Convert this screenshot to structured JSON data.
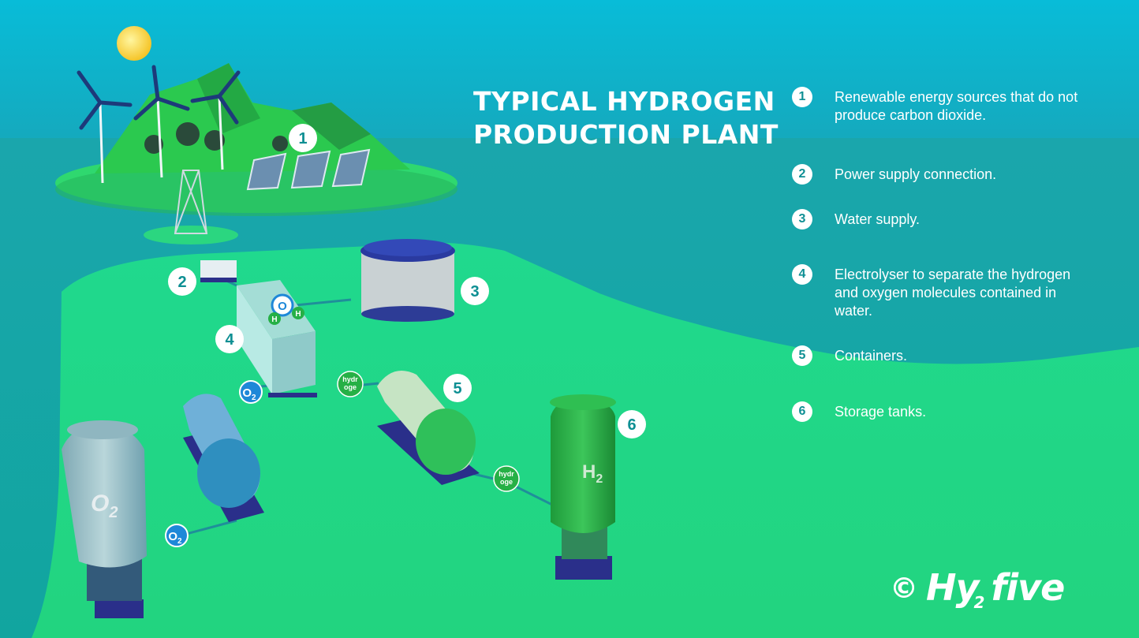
{
  "title": {
    "line1": "TYPICAL HYDROGEN",
    "line2": "PRODUCTION PLANT"
  },
  "legend": [
    {
      "num": "1",
      "text": "Renewable energy sources that do not produce carbon dioxide."
    },
    {
      "num": "2",
      "text": "Power supply connection."
    },
    {
      "num": "3",
      "text": "Water supply."
    },
    {
      "num": "4",
      "text": "Electrolyser to separate the hydrogen and oxygen molecules contained in water."
    },
    {
      "num": "5",
      "text": "Containers."
    },
    {
      "num": "6",
      "text": "Storage tanks."
    }
  ],
  "markers": {
    "m1": "1",
    "m2": "2",
    "m3": "3",
    "m4": "4",
    "m5": "5",
    "m6": "6"
  },
  "tank_labels": {
    "oxygen_main": "O",
    "oxygen_sub": "2",
    "hydrogen_main": "H",
    "hydrogen_sub": "2"
  },
  "molecule_badges": {
    "water_center": "O",
    "water_left": "H",
    "water_right": "H",
    "oxygen_main": "O",
    "oxygen_sub": "2",
    "hydrogen_line1": "hydr",
    "hydrogen_line2": "oge"
  },
  "logo": {
    "copyright": "©",
    "brand_start": "Hy",
    "brand_sub": "2",
    "brand_end": "five"
  },
  "colors": {
    "sky": "#09b8cf",
    "sea": "#1aa3a8",
    "platform": "#22d98a",
    "island": "#2fd96f",
    "oxygen_blue": "#1e88d8",
    "hydrogen_green": "#26b046"
  }
}
